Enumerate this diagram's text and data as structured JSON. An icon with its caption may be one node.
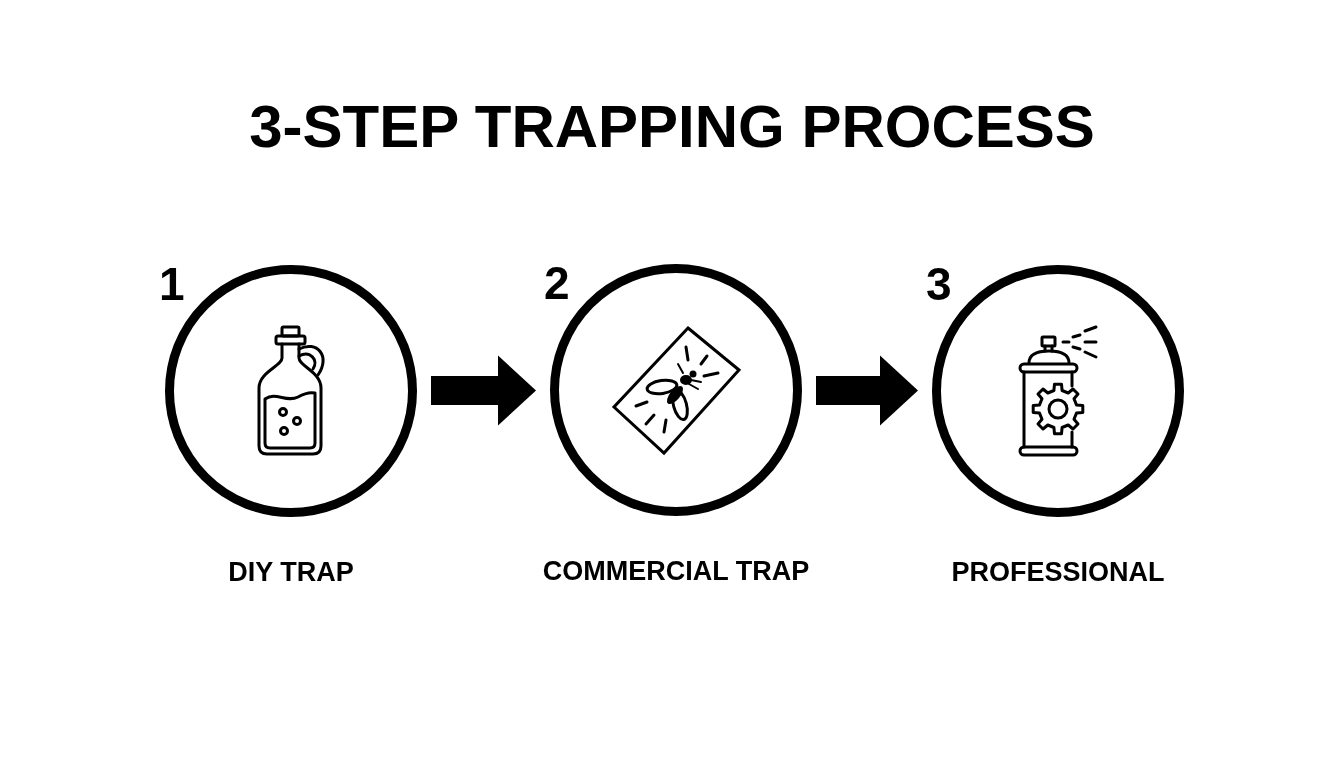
{
  "diagram": {
    "title": "3-STEP TRAPPING PROCESS",
    "nodes": [
      {
        "text": [
          "1",
          "DIY TRAP"
        ]
      },
      {
        "text": [
          "2",
          "COMMERCIAL TRAP"
        ]
      },
      {
        "text": [
          "3",
          "PROFESSIONAL"
        ]
      }
    ],
    "edges": [
      {
        "from": 0,
        "to": 1,
        "arrow": "to"
      },
      {
        "from": 1,
        "to": 2,
        "arrow": "to"
      }
    ]
  }
}
